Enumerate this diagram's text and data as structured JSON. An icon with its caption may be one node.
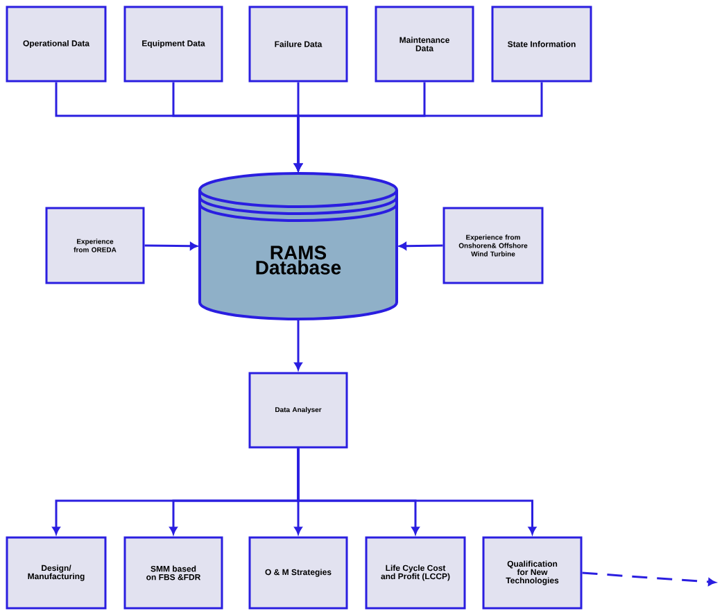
{
  "diagram": {
    "nodes": [
      {
        "text": [
          "Operational Data"
        ]
      },
      {
        "text": [
          "Equipment Data"
        ]
      },
      {
        "text": [
          "Failure Data"
        ]
      },
      {
        "text": [
          "Maintenance Data"
        ]
      },
      {
        "text": [
          "State Information"
        ]
      },
      {
        "text": [
          "RAMS Database"
        ]
      },
      {
        "text": [
          "Experience from OREDA"
        ]
      },
      {
        "text": [
          "Experience from Onshoren& Offshore Wind Turbine"
        ]
      },
      {
        "text": [
          "Data Analyser"
        ]
      },
      {
        "text": [
          "Design/ Manufacturing"
        ]
      },
      {
        "text": [
          "SMM based on FBS &FDR"
        ]
      },
      {
        "text": [
          "O & M Strategies"
        ]
      },
      {
        "text": [
          "Life Cycle Cost and Profit (LCCP)"
        ]
      },
      {
        "text": [
          "Qualification for New Technologies"
        ]
      }
    ],
    "edges": [
      {
        "from": 0,
        "to": 5,
        "arrow": "to"
      },
      {
        "from": 1,
        "to": 5,
        "arrow": "to"
      },
      {
        "from": 2,
        "to": 5,
        "arrow": "to"
      },
      {
        "from": 3,
        "to": 5,
        "arrow": "to"
      },
      {
        "from": 4,
        "to": 5,
        "arrow": "to"
      },
      {
        "from": 6,
        "to": 5,
        "arrow": "to"
      },
      {
        "from": 7,
        "to": 5,
        "arrow": "to"
      },
      {
        "from": 5,
        "to": 8,
        "arrow": "to"
      },
      {
        "from": 8,
        "to": 9,
        "arrow": "to"
      },
      {
        "from": 8,
        "to": 10,
        "arrow": "to"
      },
      {
        "from": 8,
        "to": 11,
        "arrow": "to"
      },
      {
        "from": 8,
        "to": 12,
        "arrow": "to"
      },
      {
        "from": 8,
        "to": 13,
        "arrow": "to"
      },
      {
        "from": 13,
        "to": null,
        "arrow": "to",
        "style": "dashed"
      }
    ]
  }
}
